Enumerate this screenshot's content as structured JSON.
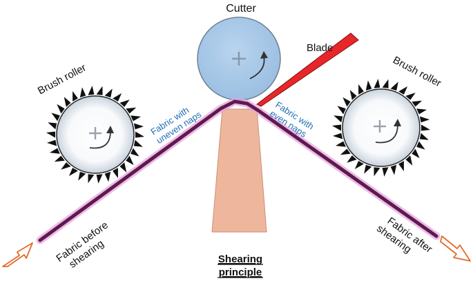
{
  "labels": {
    "cutter": "Cutter",
    "blade": "Blade",
    "brush_roller_left": "Brush roller",
    "brush_roller_right": "Brush roller",
    "fabric_uneven_line1": "Fabric with",
    "fabric_uneven_line2": "uneven naps",
    "fabric_even_line1": "Fabric with",
    "fabric_even_line2": "even naps",
    "fabric_before_line1": "Fabric before",
    "fabric_before_line2": "shearing",
    "fabric_after_line1": "Fabric after",
    "fabric_after_line2": "shearing",
    "title_line1": "Shearing",
    "title_line2": "principle"
  },
  "colors": {
    "fabric": "#5e1a4e",
    "fabric_glow": "#e6a6dd",
    "cutter_fill": "#a9c8e6",
    "cutter_stroke": "#6f7f92",
    "blade": "#e8262a",
    "support": "#eeb79d",
    "bristles": "#111111",
    "arrow_outline": "#e36a2b",
    "label_blue": "#1f6fb5"
  }
}
